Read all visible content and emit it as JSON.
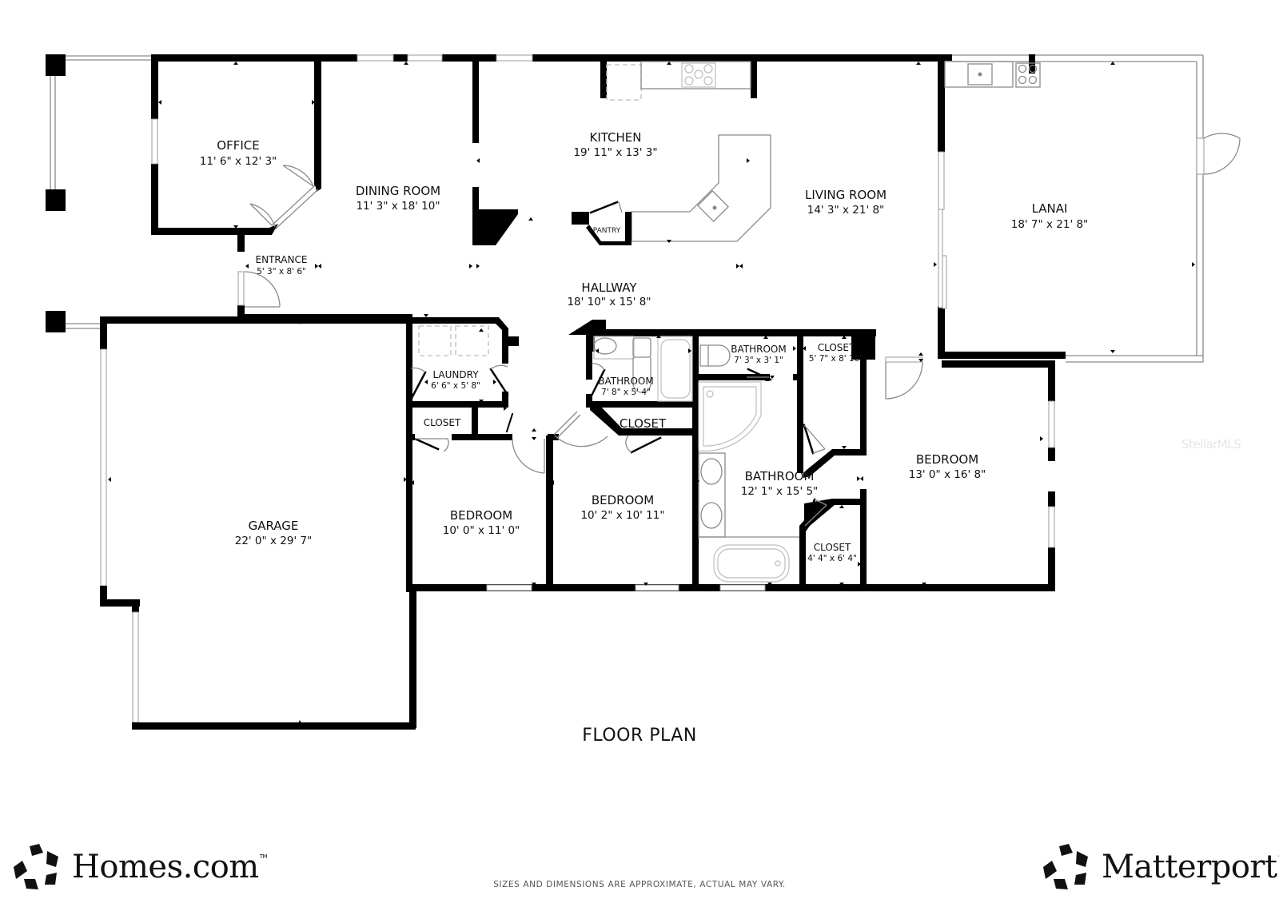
{
  "plan": {
    "title": "FLOOR PLAN",
    "disclaimer": "SIZES AND DIMENSIONS ARE APPROXIMATE, ACTUAL MAY VARY.",
    "watermark": "StellarMLS"
  },
  "rooms": {
    "office": {
      "name": "OFFICE",
      "dims": "11' 6\" x 12' 3\""
    },
    "dining_room": {
      "name": "DINING ROOM",
      "dims": "11' 3\" x 18' 10\""
    },
    "entrance": {
      "name": "ENTRANCE",
      "dims": "5' 3\" x 8' 6\""
    },
    "kitchen": {
      "name": "KITCHEN",
      "dims": "19' 11\" x 13' 3\""
    },
    "pantry": {
      "name": "PANTRY"
    },
    "living_room": {
      "name": "LIVING ROOM",
      "dims": "14' 3\" x 21' 8\""
    },
    "lanai": {
      "name": "LANAI",
      "dims": "18' 7\" x 21' 8\""
    },
    "hallway": {
      "name": "HALLWAY",
      "dims": "18' 10\" x 15' 8\""
    },
    "laundry": {
      "name": "LAUNDRY",
      "dims": "6' 6\" x 5' 8\""
    },
    "closet_laundry": {
      "name": "CLOSET"
    },
    "bathroom_hall": {
      "name": "BATHROOM",
      "dims": "7' 8\" x 5' 4\""
    },
    "closet_hall": {
      "name": "CLOSET"
    },
    "bathroom_wc": {
      "name": "BATHROOM",
      "dims": "7' 3\" x 3' 1\""
    },
    "closet_master_walkin": {
      "name": "CLOSET",
      "dims": "5' 7\" x 8' 10\""
    },
    "bathroom_master": {
      "name": "BATHROOM",
      "dims": "12' 1\" x 15' 5\""
    },
    "closet_master_small": {
      "name": "CLOSET",
      "dims": "4' 4\" x 6' 4\""
    },
    "bedroom_master": {
      "name": "BEDROOM",
      "dims": "13' 0\" x 16' 8\""
    },
    "bedroom_2": {
      "name": "BEDROOM",
      "dims": "10' 0\" x 11' 0\""
    },
    "bedroom_3": {
      "name": "BEDROOM",
      "dims": "10' 2\" x 10' 11\""
    },
    "garage": {
      "name": "GARAGE",
      "dims": "22' 0\" x 29' 7\""
    }
  },
  "logos": {
    "left": {
      "text": "Homes.com",
      "mark": "TM",
      "icon": "pentagon-star-logo-icon"
    },
    "right": {
      "text": "Matterport",
      "mark": "®",
      "icon": "pentagon-star-logo-icon"
    }
  }
}
